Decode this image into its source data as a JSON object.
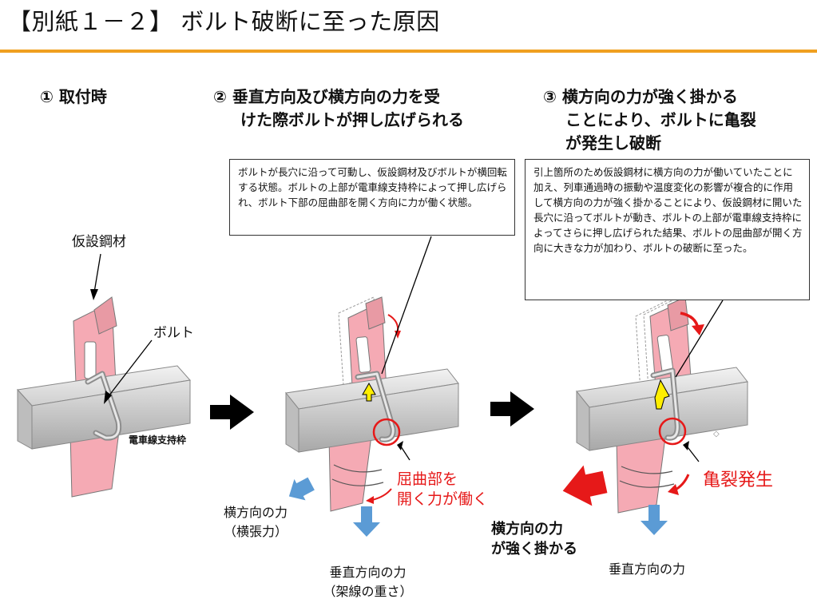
{
  "title": "【別紙１－２】 ボルト破断に至った原因",
  "colors": {
    "accent": "#f0a020",
    "plate": "#f5aab4",
    "angle": "#d4d4d4",
    "highlight": "#e61919",
    "force_arrow": "#5b9bd5",
    "slide_arrow": "#ffee00"
  },
  "steps": [
    {
      "heading": [
        "① 取付時"
      ]
    },
    {
      "heading": [
        "② 垂直方向及び横方向の力を受",
        "けた際ボルトが押し広げられる"
      ]
    },
    {
      "heading": [
        "③ 横方向の力が強く掛かる",
        "ことにより、ボルトに亀裂",
        "が発生し破断"
      ]
    }
  ],
  "descriptions": {
    "step2": "ボルトが長穴に沿って可動し、仮設鋼材及びボルトが横回転する状態。ボルトの上部が電車線支持枠によって押し広げられ、ボルト下部の屈曲部を開く方向に力が働く状態。",
    "step3": "引上箇所のため仮設鋼材に横方向の力が働いていたことに加え、列車通過時の振動や温度変化の影響が複合的に作用して横方向の力が強く掛かることにより、仮設鋼材に開いた長穴に沿ってボルトが動き、ボルトの上部が電車線支持枠によってさらに押し広げられた結果、ボルトの屈曲部が開く方向に大きな力が加わり、ボルトの破断に至った。"
  },
  "labels": {
    "temporary_steel": "仮設鋼材",
    "bolt": "ボルト",
    "support_frame": "電車線支持枠",
    "lateral_force": "横方向の力",
    "lateral_force_sub": "（横張力）",
    "bend_force": [
      "屈曲部を",
      "開く力が働く"
    ],
    "vertical_force": "垂直方向の力",
    "vertical_force_sub": "（架線の重さ）",
    "strong_lateral": [
      "横方向の力",
      "が強く掛かる"
    ],
    "vertical_force_3": "垂直方向の力",
    "crack": "亀裂発生"
  }
}
